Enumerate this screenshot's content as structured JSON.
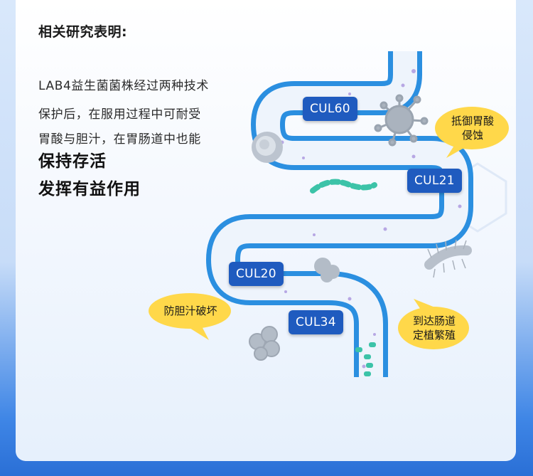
{
  "heading": "相关研究表明:",
  "body_lines": [
    "LAB4益生菌菌株经过两种技术",
    "保护后，在服用过程中可耐受",
    "胃酸与胆汁，在胃肠道中也能"
  ],
  "emphasis_lines": [
    "保持存活",
    "发挥有益作用"
  ],
  "strains": [
    "CUL60",
    "CUL21",
    "CUL20",
    "CUL34"
  ],
  "bubbles": {
    "acid": [
      "抵御胃酸",
      "侵蚀"
    ],
    "bile": "防胆汁破坏",
    "colonize": [
      "到达肠道",
      "定植繁殖"
    ]
  },
  "colors": {
    "intestine_blue": "#2b8fe0",
    "label_blue": "#1f5bbf",
    "bubble_yellow": "#ffd84a",
    "teal_bacteria": "#3cc3a8"
  }
}
